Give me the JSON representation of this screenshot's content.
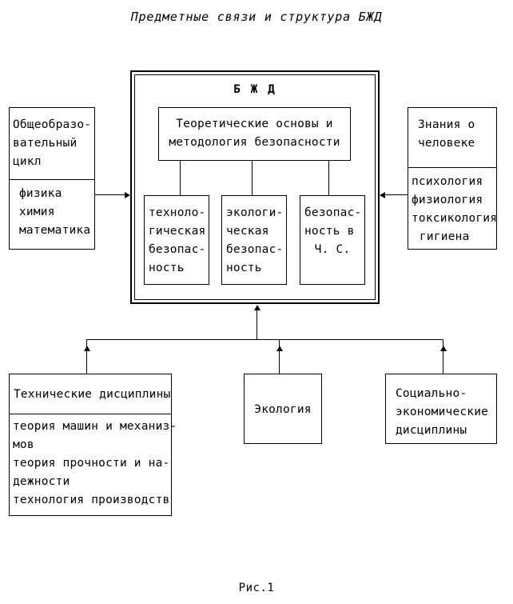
{
  "title": "Предметные связи и структура БЖД",
  "caption": "Рис.1",
  "center": {
    "heading": "Б Ж Д",
    "theory": [
      "Теоретические основы и",
      "методология безопасности"
    ],
    "branches": [
      {
        "lines": [
          "техноло-",
          "гическая",
          "безопас-",
          "ность"
        ]
      },
      {
        "lines": [
          "экологи-",
          "ческая",
          "безопас-",
          "ность"
        ]
      },
      {
        "lines": [
          "безопас-",
          "ность в",
          "Ч. С."
        ]
      }
    ]
  },
  "left": {
    "header": [
      "Общеобразо-",
      "вательный",
      "цикл"
    ],
    "items": [
      "физика",
      "химия",
      "математика"
    ]
  },
  "right": {
    "header": [
      "Знания о",
      "человеке"
    ],
    "items": [
      "психология",
      "физиология",
      "токсикология",
      "гигиена"
    ]
  },
  "bottom": {
    "technical": {
      "header": "Технические дисциплины",
      "items": [
        "теория машин и механиз-",
        "мов",
        "теория прочности и на-",
        "дежности",
        "технология производств"
      ]
    },
    "ecology": "Экология",
    "social": [
      "Социально-",
      "экономические",
      "дисциплины"
    ]
  }
}
